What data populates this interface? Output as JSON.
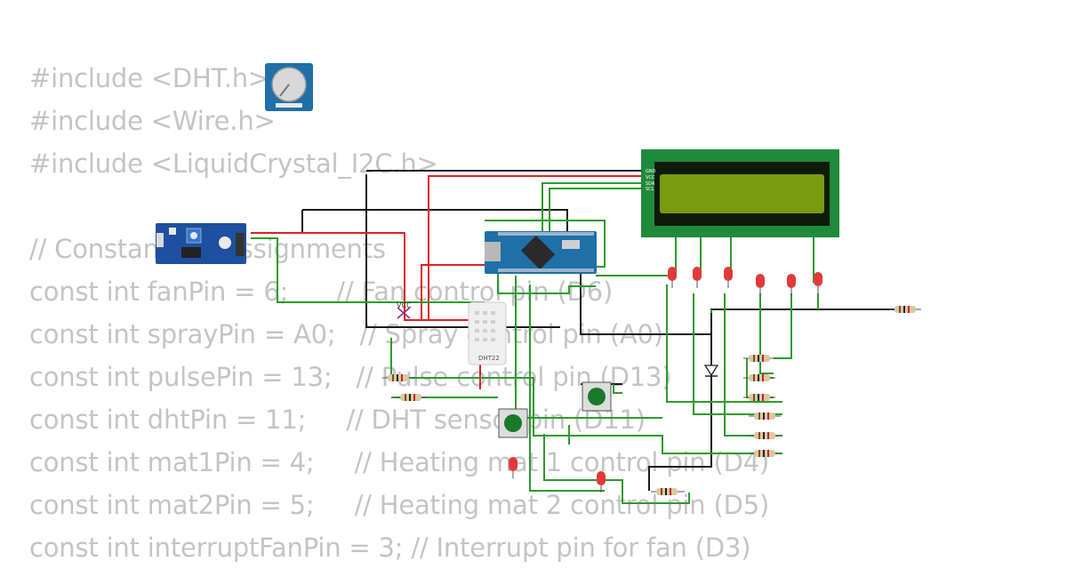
{
  "code_lines": [
    "#include <DHT.h>",
    "#include <Wire.h>",
    "#include <LiquidCrystal_I2C.h>",
    "",
    "// Constant pin assignments",
    "const int fanPin = 6;      // Fan control pin (D6)",
    "const int sprayPin = A0;   // Spray control pin (A0)",
    "const int pulsePin = 13;   // Pulse control pin (D13)",
    "const int dhtPin = 11;     // DHT sensor pin (D11)",
    "const int mat1Pin = 4;     // Heating mat 1 control pin (D4)",
    "const int mat2Pin = 5;     // Heating mat 2 control pin (D5)",
    "const int interruptFanPin = 3; // Interrupt pin for fan (D3)"
  ],
  "labels": {
    "vcc": "VCC",
    "dht": "DHT22",
    "lcd_pins": [
      "GND",
      "VCC",
      "SDA",
      "SCL"
    ]
  },
  "colors": {
    "code_text": "#c4c4c4",
    "wire_green": "#2e9a2e",
    "wire_red": "#e02020",
    "wire_black": "#1a1a1a",
    "lcd_board": "#1f8a3a",
    "lcd_screen": "#7a9a10",
    "arduino_board": "#1f6fa8",
    "led_red": "#e23a3a",
    "button_cap": "#1a7a2a"
  }
}
